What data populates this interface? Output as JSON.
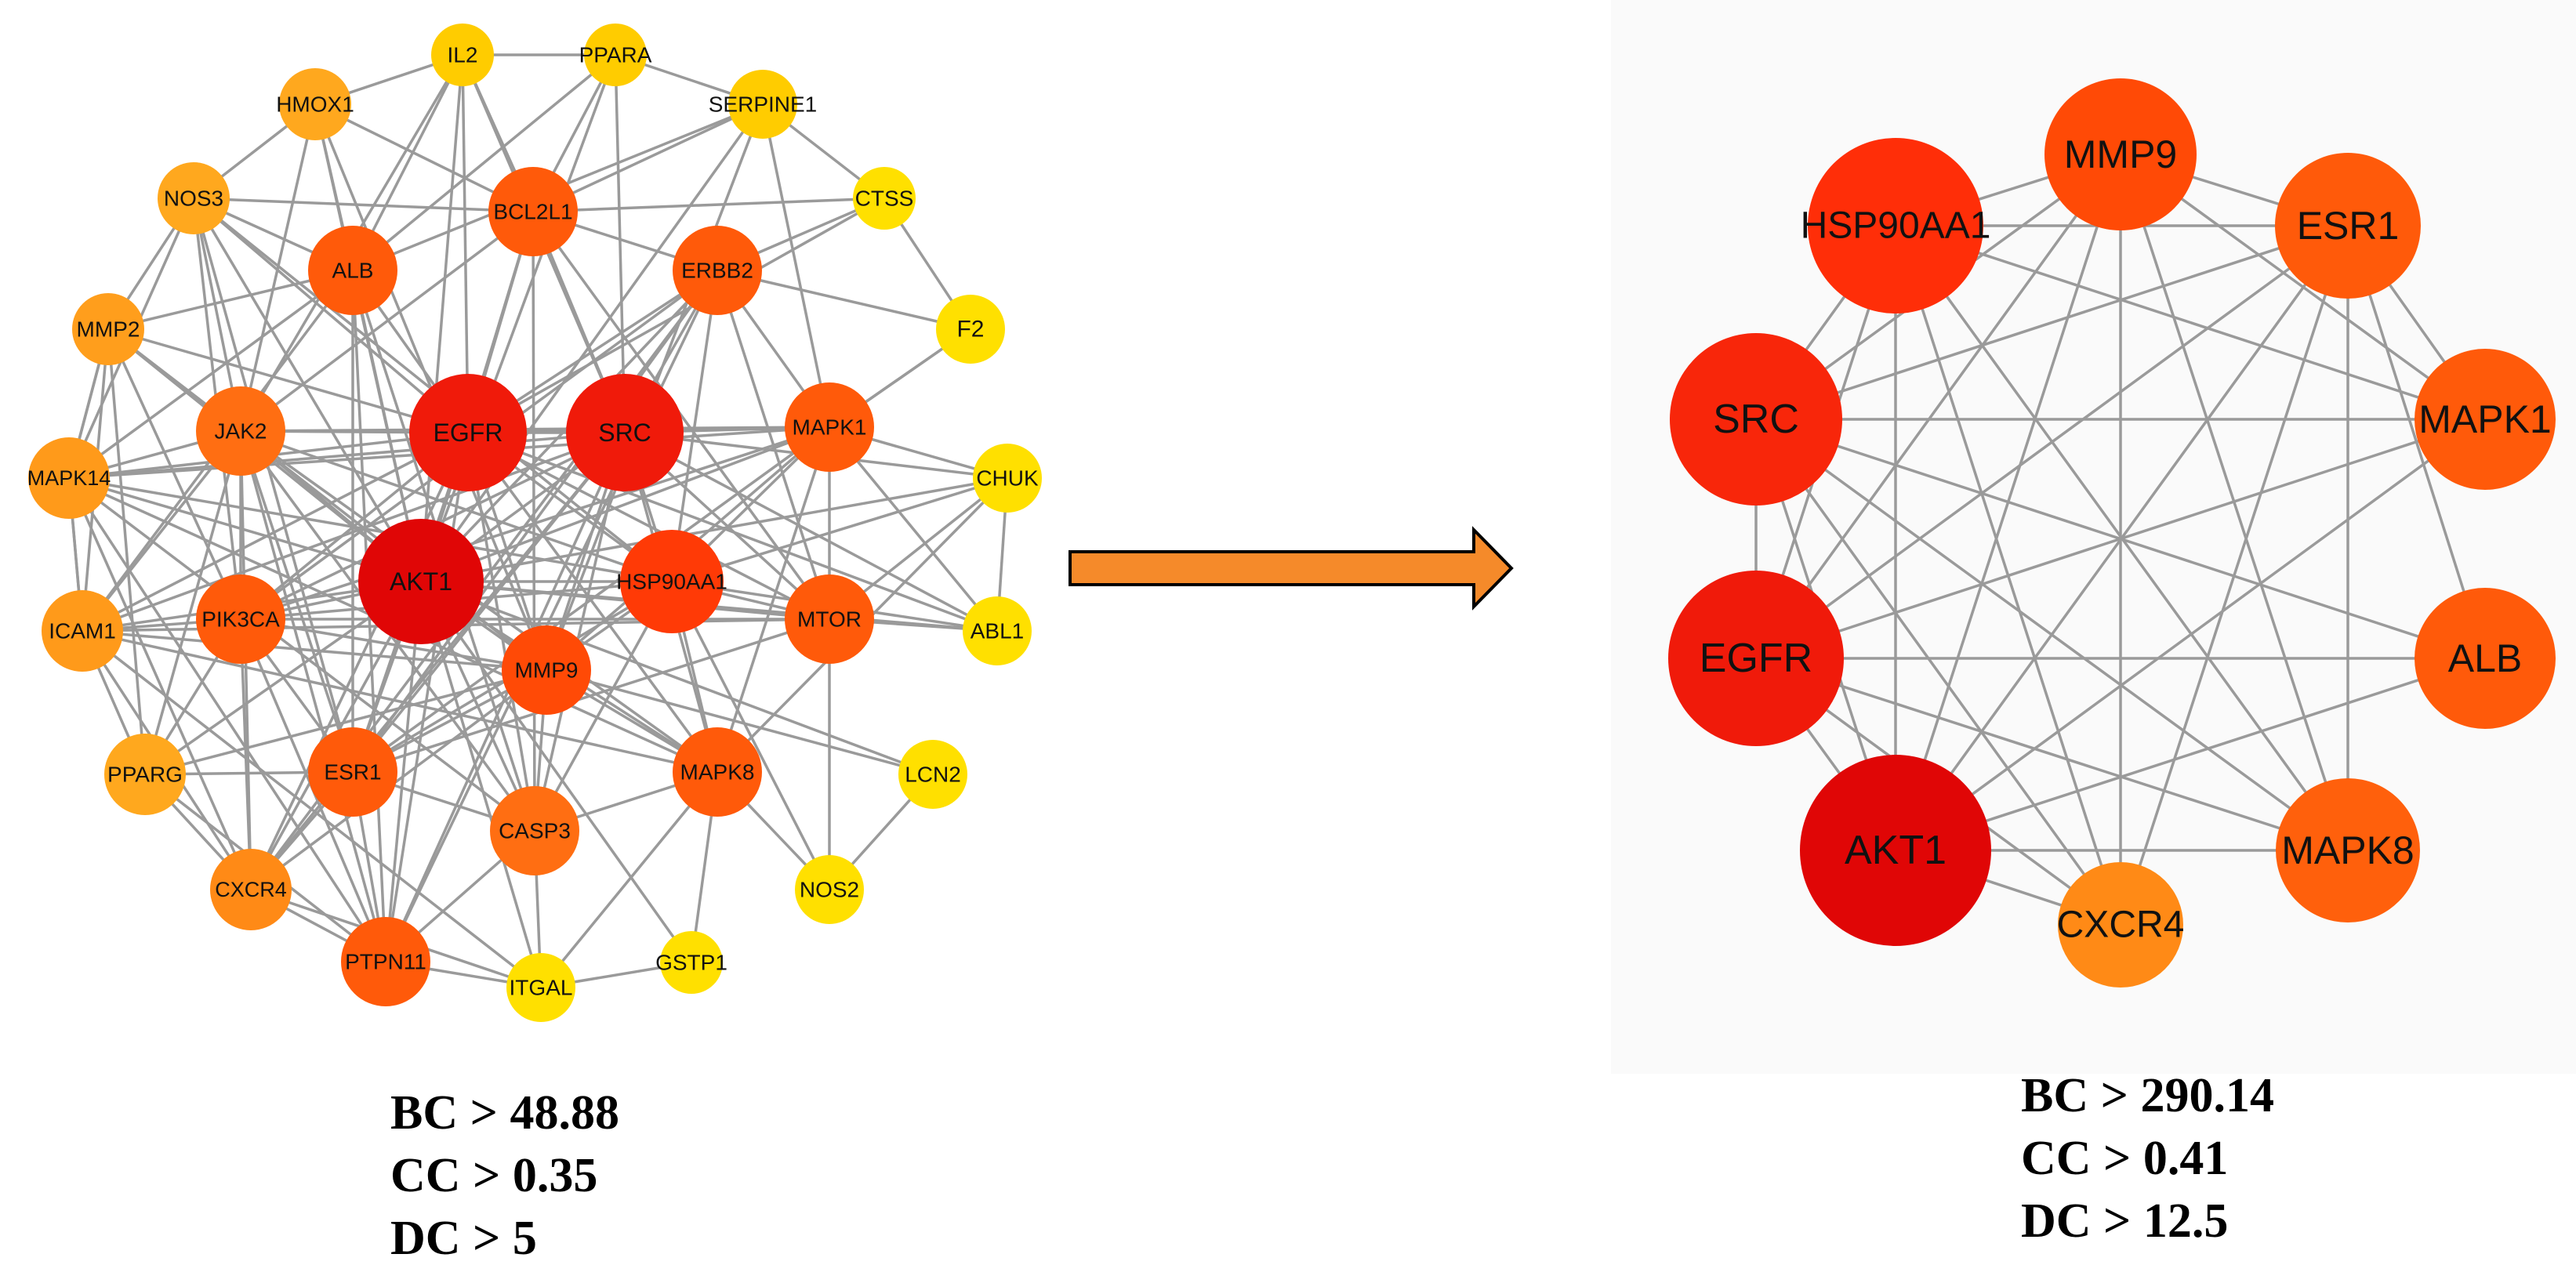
{
  "left_network": {
    "nodes": [
      {
        "id": "IL2",
        "label": "IL2",
        "color": "#FFCC00"
      },
      {
        "id": "PPARA",
        "label": "PPARA",
        "color": "#FFCC00"
      },
      {
        "id": "HMOX1",
        "label": "HMOX1",
        "color": "#FFA81E"
      },
      {
        "id": "SERPINE1",
        "label": "SERPINE1",
        "color": "#FFCC00"
      },
      {
        "id": "NOS3",
        "label": "NOS3",
        "color": "#FFA81E"
      },
      {
        "id": "BCL2L1",
        "label": "BCL2L1",
        "color": "#FF5A0A"
      },
      {
        "id": "CTSS",
        "label": "CTSS",
        "color": "#FFE000"
      },
      {
        "id": "ALB",
        "label": "ALB",
        "color": "#FF5A0A"
      },
      {
        "id": "ERBB2",
        "label": "ERBB2",
        "color": "#FF5A0A"
      },
      {
        "id": "MMP2",
        "label": "MMP2",
        "color": "#FF9E1C"
      },
      {
        "id": "F2",
        "label": "F2",
        "color": "#FFE000"
      },
      {
        "id": "JAK2",
        "label": "JAK2",
        "color": "#FF6E12"
      },
      {
        "id": "EGFR",
        "label": "EGFR",
        "color": "#F01A0A"
      },
      {
        "id": "SRC",
        "label": "SRC",
        "color": "#F01A0A"
      },
      {
        "id": "MAPK1",
        "label": "MAPK1",
        "color": "#FF5A0A"
      },
      {
        "id": "CHUK",
        "label": "CHUK",
        "color": "#FFE000"
      },
      {
        "id": "MAPK14",
        "label": "MAPK14",
        "color": "#FF9A1A"
      },
      {
        "id": "AKT1",
        "label": "AKT1",
        "color": "#E00606"
      },
      {
        "id": "HSP90AA1",
        "label": "HSP90AA1",
        "color": "#FF3A06"
      },
      {
        "id": "ICAM1",
        "label": "ICAM1",
        "color": "#FF9A1A"
      },
      {
        "id": "PIK3CA",
        "label": "PIK3CA",
        "color": "#FF5A0A"
      },
      {
        "id": "MTOR",
        "label": "MTOR",
        "color": "#FF5A0A"
      },
      {
        "id": "ABL1",
        "label": "ABL1",
        "color": "#FFE000"
      },
      {
        "id": "MMP9",
        "label": "MMP9",
        "color": "#FF4A06"
      },
      {
        "id": "PPARG",
        "label": "PPARG",
        "color": "#FFA81E"
      },
      {
        "id": "ESR1",
        "label": "ESR1",
        "color": "#FF5A0A"
      },
      {
        "id": "MAPK8",
        "label": "MAPK8",
        "color": "#FF5A0A"
      },
      {
        "id": "LCN2",
        "label": "LCN2",
        "color": "#FFE000"
      },
      {
        "id": "CASP3",
        "label": "CASP3",
        "color": "#FF6E12"
      },
      {
        "id": "CXCR4",
        "label": "CXCR4",
        "color": "#FF8A16"
      },
      {
        "id": "NOS2",
        "label": "NOS2",
        "color": "#FFE000"
      },
      {
        "id": "PTPN11",
        "label": "PTPN11",
        "color": "#FF5A0A"
      },
      {
        "id": "ITGAL",
        "label": "ITGAL",
        "color": "#FFE000"
      },
      {
        "id": "GSTP1",
        "label": "GSTP1",
        "color": "#FFE000"
      }
    ],
    "edges": [
      [
        "AKT1",
        "EGFR"
      ],
      [
        "AKT1",
        "SRC"
      ],
      [
        "AKT1",
        "HSP90AA1"
      ],
      [
        "AKT1",
        "MMP9"
      ],
      [
        "AKT1",
        "ESR1"
      ],
      [
        "AKT1",
        "CASP3"
      ],
      [
        "AKT1",
        "MAPK1"
      ],
      [
        "AKT1",
        "MAPK8"
      ],
      [
        "AKT1",
        "MTOR"
      ],
      [
        "AKT1",
        "JAK2"
      ],
      [
        "AKT1",
        "PIK3CA"
      ],
      [
        "AKT1",
        "ALB"
      ],
      [
        "AKT1",
        "BCL2L1"
      ],
      [
        "AKT1",
        "ERBB2"
      ],
      [
        "AKT1",
        "ICAM1"
      ],
      [
        "AKT1",
        "PPARG"
      ],
      [
        "AKT1",
        "CXCR4"
      ],
      [
        "AKT1",
        "PTPN11"
      ],
      [
        "AKT1",
        "MAPK14"
      ],
      [
        "AKT1",
        "NOS3"
      ],
      [
        "AKT1",
        "HMOX1"
      ],
      [
        "AKT1",
        "IL2"
      ],
      [
        "AKT1",
        "CHUK"
      ],
      [
        "AKT1",
        "ABL1"
      ],
      [
        "AKT1",
        "LCN2"
      ],
      [
        "AKT1",
        "ITGAL"
      ],
      [
        "AKT1",
        "GSTP1"
      ],
      [
        "AKT1",
        "MMP2"
      ],
      [
        "AKT1",
        "SERPINE1"
      ],
      [
        "AKT1",
        "PPARA"
      ],
      [
        "EGFR",
        "SRC"
      ],
      [
        "EGFR",
        "HSP90AA1"
      ],
      [
        "EGFR",
        "MMP9"
      ],
      [
        "EGFR",
        "ESR1"
      ],
      [
        "EGFR",
        "CASP3"
      ],
      [
        "EGFR",
        "MAPK1"
      ],
      [
        "EGFR",
        "JAK2"
      ],
      [
        "EGFR",
        "PIK3CA"
      ],
      [
        "EGFR",
        "ALB"
      ],
      [
        "EGFR",
        "BCL2L1"
      ],
      [
        "EGFR",
        "ERBB2"
      ],
      [
        "EGFR",
        "PTPN11"
      ],
      [
        "EGFR",
        "CXCR4"
      ],
      [
        "EGFR",
        "MAPK14"
      ],
      [
        "EGFR",
        "MTOR"
      ],
      [
        "EGFR",
        "MAPK8"
      ],
      [
        "EGFR",
        "NOS3"
      ],
      [
        "EGFR",
        "MMP2"
      ],
      [
        "EGFR",
        "ICAM1"
      ],
      [
        "EGFR",
        "IL2"
      ],
      [
        "EGFR",
        "CTSS"
      ],
      [
        "EGFR",
        "ABL1"
      ],
      [
        "SRC",
        "HSP90AA1"
      ],
      [
        "SRC",
        "MMP9"
      ],
      [
        "SRC",
        "ESR1"
      ],
      [
        "SRC",
        "MAPK1"
      ],
      [
        "SRC",
        "JAK2"
      ],
      [
        "SRC",
        "PIK3CA"
      ],
      [
        "SRC",
        "ERBB2"
      ],
      [
        "SRC",
        "PTPN11"
      ],
      [
        "SRC",
        "CXCR4"
      ],
      [
        "SRC",
        "MAPK8"
      ],
      [
        "SRC",
        "MTOR"
      ],
      [
        "SRC",
        "CASP3"
      ],
      [
        "SRC",
        "ABL1"
      ],
      [
        "SRC",
        "CHUK"
      ],
      [
        "SRC",
        "ICAM1"
      ],
      [
        "SRC",
        "MAPK14"
      ],
      [
        "SRC",
        "BCL2L1"
      ],
      [
        "SRC",
        "PPARA"
      ],
      [
        "SRC",
        "IL2"
      ],
      [
        "HSP90AA1",
        "MMP9"
      ],
      [
        "HSP90AA1",
        "ESR1"
      ],
      [
        "HSP90AA1",
        "MAPK1"
      ],
      [
        "HSP90AA1",
        "MAPK8"
      ],
      [
        "HSP90AA1",
        "MTOR"
      ],
      [
        "HSP90AA1",
        "ERBB2"
      ],
      [
        "HSP90AA1",
        "JAK2"
      ],
      [
        "HSP90AA1",
        "NOS3"
      ],
      [
        "HSP90AA1",
        "CASP3"
      ],
      [
        "HSP90AA1",
        "CHUK"
      ],
      [
        "HSP90AA1",
        "ABL1"
      ],
      [
        "HSP90AA1",
        "NOS2"
      ],
      [
        "HSP90AA1",
        "PIK3CA"
      ],
      [
        "HSP90AA1",
        "MAPK14"
      ],
      [
        "MMP9",
        "ESR1"
      ],
      [
        "MMP9",
        "MAPK1"
      ],
      [
        "MMP9",
        "MAPK8"
      ],
      [
        "MMP9",
        "CASP3"
      ],
      [
        "MMP9",
        "PIK3CA"
      ],
      [
        "MMP9",
        "ICAM1"
      ],
      [
        "MMP9",
        "MMP2"
      ],
      [
        "MMP9",
        "PPARG"
      ],
      [
        "MMP9",
        "CXCR4"
      ],
      [
        "MMP9",
        "LCN2"
      ],
      [
        "MMP9",
        "SERPINE1"
      ],
      [
        "MMP9",
        "HMOX1"
      ],
      [
        "ESR1",
        "MAPK1"
      ],
      [
        "ESR1",
        "CXCR4"
      ],
      [
        "ESR1",
        "PPARG"
      ],
      [
        "ESR1",
        "PTPN11"
      ],
      [
        "ESR1",
        "JAK2"
      ],
      [
        "ESR1",
        "PIK3CA"
      ],
      [
        "ESR1",
        "MTOR"
      ],
      [
        "ESR1",
        "CASP3"
      ],
      [
        "ESR1",
        "ALB"
      ],
      [
        "ESR1",
        "NOS3"
      ],
      [
        "ESR1",
        "ERBB2"
      ],
      [
        "MAPK1",
        "MAPK8"
      ],
      [
        "MAPK1",
        "MTOR"
      ],
      [
        "MAPK1",
        "JAK2"
      ],
      [
        "MAPK1",
        "PIK3CA"
      ],
      [
        "MAPK1",
        "CHUK"
      ],
      [
        "MAPK1",
        "ABL1"
      ],
      [
        "MAPK1",
        "F2"
      ],
      [
        "MAPK1",
        "MAPK14"
      ],
      [
        "MAPK1",
        "ERBB2"
      ],
      [
        "MAPK1",
        "SERPINE1"
      ],
      [
        "MAPK8",
        "MAPK14"
      ],
      [
        "MAPK8",
        "CASP3"
      ],
      [
        "MAPK8",
        "ICAM1"
      ],
      [
        "MAPK8",
        "NOS2"
      ],
      [
        "MAPK8",
        "GSTP1"
      ],
      [
        "MAPK8",
        "CHUK"
      ],
      [
        "MAPK8",
        "ITGAL"
      ],
      [
        "MAPK8",
        "JAK2"
      ],
      [
        "CASP3",
        "BCL2L1"
      ],
      [
        "CASP3",
        "ITGAL"
      ],
      [
        "CASP3",
        "PTPN11"
      ],
      [
        "CASP3",
        "ALB"
      ],
      [
        "CASP3",
        "MAPK14"
      ],
      [
        "CASP3",
        "JAK2"
      ],
      [
        "JAK2",
        "PIK3CA"
      ],
      [
        "JAK2",
        "PTPN11"
      ],
      [
        "JAK2",
        "CXCR4"
      ],
      [
        "JAK2",
        "ICAM1"
      ],
      [
        "JAK2",
        "MAPK14"
      ],
      [
        "JAK2",
        "MMP2"
      ],
      [
        "JAK2",
        "IL2"
      ],
      [
        "JAK2",
        "NOS3"
      ],
      [
        "JAK2",
        "HMOX1"
      ],
      [
        "JAK2",
        "PPARG"
      ],
      [
        "PIK3CA",
        "PTPN11"
      ],
      [
        "PIK3CA",
        "MTOR"
      ],
      [
        "PIK3CA",
        "CXCR4"
      ],
      [
        "PIK3CA",
        "ICAM1"
      ],
      [
        "PIK3CA",
        "ERBB2"
      ],
      [
        "PIK3CA",
        "MMP2"
      ],
      [
        "PIK3CA",
        "NOS3"
      ],
      [
        "PIK3CA",
        "PPARG"
      ],
      [
        "ALB",
        "MMP2"
      ],
      [
        "ALB",
        "NOS3"
      ],
      [
        "ALB",
        "HMOX1"
      ],
      [
        "ALB",
        "IL2"
      ],
      [
        "ALB",
        "PPARA"
      ],
      [
        "ALB",
        "SERPINE1"
      ],
      [
        "ALB",
        "ICAM1"
      ],
      [
        "ALB",
        "PTPN11"
      ],
      [
        "ALB",
        "MAPK14"
      ],
      [
        "BCL2L1",
        "ERBB2"
      ],
      [
        "BCL2L1",
        "MTOR"
      ],
      [
        "BCL2L1",
        "IL2"
      ],
      [
        "BCL2L1",
        "PPARA"
      ],
      [
        "BCL2L1",
        "CTSS"
      ],
      [
        "BCL2L1",
        "SERPINE1"
      ],
      [
        "BCL2L1",
        "HMOX1"
      ],
      [
        "BCL2L1",
        "NOS3"
      ],
      [
        "BCL2L1",
        "JAK2"
      ],
      [
        "ERBB2",
        "MTOR"
      ],
      [
        "ERBB2",
        "F2"
      ],
      [
        "ERBB2",
        "CTSS"
      ],
      [
        "ERBB2",
        "PTPN11"
      ],
      [
        "ERBB2",
        "CXCR4"
      ],
      [
        "MTOR",
        "ABL1"
      ],
      [
        "MTOR",
        "CHUK"
      ],
      [
        "MTOR",
        "NOS2"
      ],
      [
        "MTOR",
        "ICAM1"
      ],
      [
        "MAPK14",
        "ICAM1"
      ],
      [
        "MAPK14",
        "MMP2"
      ],
      [
        "MAPK14",
        "NOS3"
      ],
      [
        "MAPK14",
        "CXCR4"
      ],
      [
        "MAPK14",
        "PTPN11"
      ],
      [
        "ICAM1",
        "PPARG"
      ],
      [
        "ICAM1",
        "MMP2"
      ],
      [
        "ICAM1",
        "ITGAL"
      ],
      [
        "ICAM1",
        "CXCR4"
      ],
      [
        "PPARG",
        "CXCR4"
      ],
      [
        "PPARG",
        "PTPN11"
      ],
      [
        "PPARG",
        "MMP2"
      ],
      [
        "CXCR4",
        "PTPN11"
      ],
      [
        "CXCR4",
        "ITGAL"
      ],
      [
        "NOS3",
        "HMOX1"
      ],
      [
        "NOS3",
        "MMP2"
      ],
      [
        "HMOX1",
        "IL2"
      ],
      [
        "IL2",
        "PPARA"
      ],
      [
        "PPARA",
        "SERPINE1"
      ],
      [
        "SERPINE1",
        "CTSS"
      ],
      [
        "CTSS",
        "F2"
      ],
      [
        "F2",
        "MAPK1"
      ],
      [
        "LCN2",
        "NOS2"
      ],
      [
        "ABL1",
        "CHUK"
      ],
      [
        "ITGAL",
        "GSTP1"
      ],
      [
        "PTPN11",
        "ITGAL"
      ],
      [
        "MMP2",
        "MAPK14"
      ],
      [
        "MAPK14",
        "ICAM1"
      ]
    ]
  },
  "right_network": {
    "nodes": [
      {
        "id": "MMP9",
        "label": "MMP9",
        "color": "#FF4A06"
      },
      {
        "id": "ESR1",
        "label": "ESR1",
        "color": "#FF5A0A"
      },
      {
        "id": "MAPK1",
        "label": "MAPK1",
        "color": "#FF5A0A"
      },
      {
        "id": "ALB",
        "label": "ALB",
        "color": "#FF5A0A"
      },
      {
        "id": "MAPK8",
        "label": "MAPK8",
        "color": "#FF600C"
      },
      {
        "id": "CXCR4",
        "label": "CXCR4",
        "color": "#FF8A16"
      },
      {
        "id": "AKT1",
        "label": "AKT1",
        "color": "#E00606"
      },
      {
        "id": "EGFR",
        "label": "EGFR",
        "color": "#F01A0A"
      },
      {
        "id": "SRC",
        "label": "SRC",
        "color": "#F8260A"
      },
      {
        "id": "HSP90AA1",
        "label": "HSP90AA1",
        "color": "#FF2E08"
      }
    ],
    "edges": [
      [
        "MMP9",
        "ESR1"
      ],
      [
        "MMP9",
        "HSP90AA1"
      ],
      [
        "MMP9",
        "AKT1"
      ],
      [
        "MMP9",
        "EGFR"
      ],
      [
        "MMP9",
        "SRC"
      ],
      [
        "MMP9",
        "MAPK8"
      ],
      [
        "MMP9",
        "CXCR4"
      ],
      [
        "MMP9",
        "MAPK1"
      ],
      [
        "ESR1",
        "MAPK1"
      ],
      [
        "ESR1",
        "ALB"
      ],
      [
        "ESR1",
        "MAPK8"
      ],
      [
        "ESR1",
        "AKT1"
      ],
      [
        "ESR1",
        "EGFR"
      ],
      [
        "ESR1",
        "SRC"
      ],
      [
        "ESR1",
        "HSP90AA1"
      ],
      [
        "ESR1",
        "CXCR4"
      ],
      [
        "MAPK1",
        "AKT1"
      ],
      [
        "MAPK1",
        "EGFR"
      ],
      [
        "MAPK1",
        "SRC"
      ],
      [
        "MAPK1",
        "HSP90AA1"
      ],
      [
        "ALB",
        "AKT1"
      ],
      [
        "ALB",
        "EGFR"
      ],
      [
        "ALB",
        "SRC"
      ],
      [
        "MAPK8",
        "AKT1"
      ],
      [
        "MAPK8",
        "EGFR"
      ],
      [
        "MAPK8",
        "SRC"
      ],
      [
        "MAPK8",
        "HSP90AA1"
      ],
      [
        "CXCR4",
        "AKT1"
      ],
      [
        "CXCR4",
        "EGFR"
      ],
      [
        "CXCR4",
        "SRC"
      ],
      [
        "CXCR4",
        "HSP90AA1"
      ],
      [
        "AKT1",
        "EGFR"
      ],
      [
        "AKT1",
        "SRC"
      ],
      [
        "AKT1",
        "HSP90AA1"
      ],
      [
        "EGFR",
        "SRC"
      ],
      [
        "EGFR",
        "HSP90AA1"
      ],
      [
        "SRC",
        "HSP90AA1"
      ]
    ]
  },
  "arrow": {
    "color": "#F58A2A",
    "stroke": "#000000"
  },
  "left_criteria": {
    "bc": "BC >  48.88",
    "cc": "CC >   0.35",
    "dc": "DC >  5"
  },
  "right_criteria": {
    "bc": "BC > 290.14",
    "cc": "CC >  0.41",
    "dc": "DC >  12.5"
  }
}
